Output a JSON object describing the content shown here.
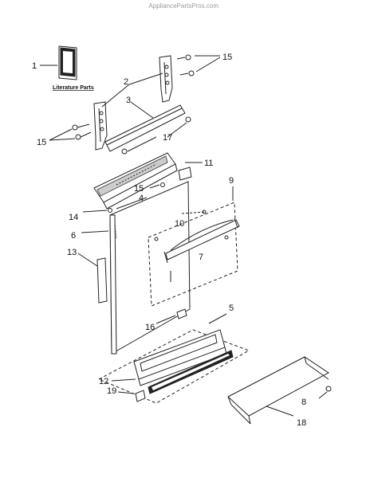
{
  "watermark": "AppliancePartsPros.com",
  "literature_label": "Literature Parts",
  "callouts": {
    "c1": "1",
    "c2": "2",
    "c3": "3",
    "c4": "4",
    "c5": "5",
    "c6": "6",
    "c7": "7",
    "c8": "8",
    "c9": "9",
    "c10": "10",
    "c11": "11",
    "c12": "12",
    "c13": "13",
    "c14": "14",
    "c15a": "15",
    "c15b": "15",
    "c15c": "15",
    "c16": "16",
    "c17": "17",
    "c18": "18",
    "c19": "19"
  }
}
